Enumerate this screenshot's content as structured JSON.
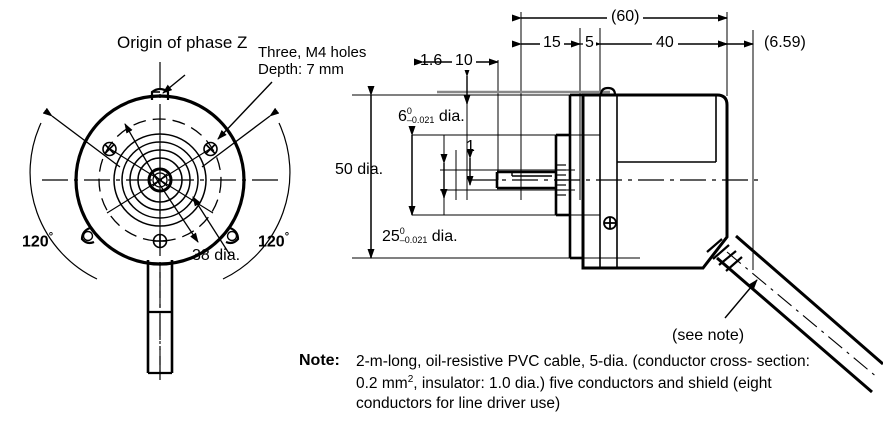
{
  "drawing": {
    "type": "mechanical-dimensional-drawing",
    "subject": "Rotary encoder, front view and side view with dimensions",
    "units": "mm"
  },
  "front_view": {
    "callouts": {
      "origin_phase_z": "Origin of phase Z",
      "m4_holes_line1": "Three, M4 holes",
      "m4_holes_line2": "Depth: 7 mm",
      "bolt_circle": "38 dia.",
      "angle_left": "120",
      "angle_right": "120",
      "degree_symbol": "°"
    }
  },
  "side_view": {
    "horizontal_dimensions": [
      {
        "name": "overall-length",
        "label": "(60)"
      },
      {
        "name": "flange-to-face",
        "label": "15"
      },
      {
        "name": "step",
        "label": "5"
      },
      {
        "name": "body-length",
        "label": "40"
      },
      {
        "name": "cable-projection",
        "label": "(6.59)"
      },
      {
        "name": "shaft-length",
        "label": "10"
      }
    ],
    "vertical_dimensions": [
      {
        "name": "flange-thickness",
        "label": "1.6"
      },
      {
        "name": "shaft-flat",
        "label": "1"
      },
      {
        "name": "body-diameter",
        "label": "50 dia."
      },
      {
        "name": "shaft-diameter",
        "value": "6",
        "tol_upper": "0",
        "tol_lower": "–0.021",
        "suffix": "dia."
      },
      {
        "name": "pilot-diameter",
        "value": "25",
        "tol_upper": "0",
        "tol_lower": "–0.021",
        "suffix": "dia."
      }
    ],
    "cable_callout": "(see note)"
  },
  "note": {
    "label": "Note:",
    "line1": "2-m-long, oil-resistive PVC cable, 5-dia. (conductor cross-",
    "line2_a": "section: 0.2 mm",
    "line2_sup": "2",
    "line2_b": ", insulator: 1.0 dia.) five conductors and shield",
    "line3": "(eight conductors for line driver use)"
  },
  "colors": {
    "line": "#000000",
    "background": "#ffffff"
  }
}
